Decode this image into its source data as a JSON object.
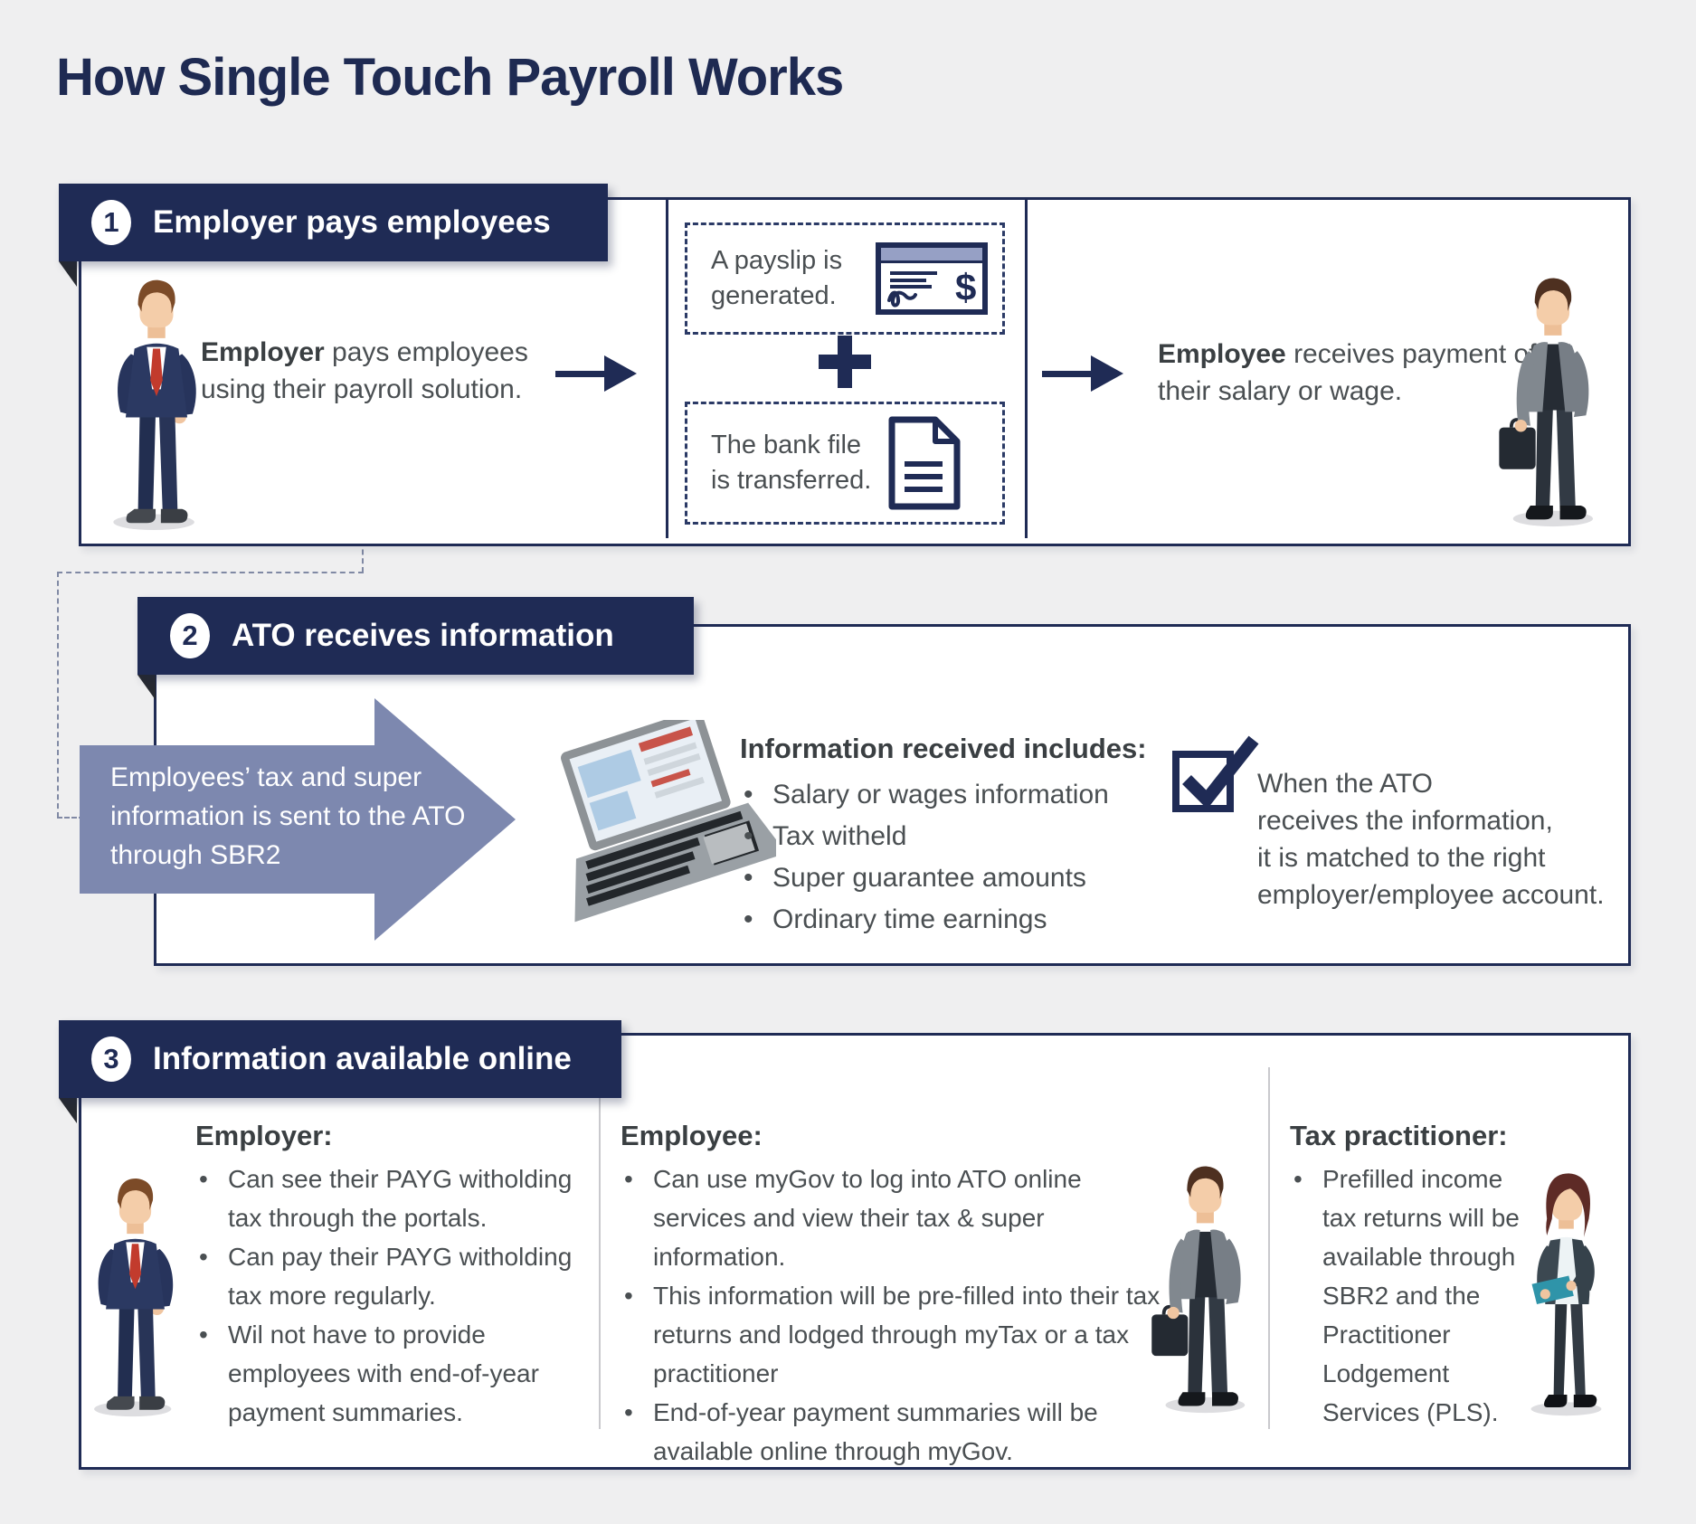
{
  "title": "How Single Touch Payroll Works",
  "ui": {
    "bullet": "•"
  },
  "colors": {
    "navy": "#1f2b55",
    "arrow_blue": "#7d88af",
    "background": "#efeff0",
    "body_text": "#4a4f52",
    "tie_red": "#c23b2d",
    "folder_teal": "#2f94a9",
    "payslip_header": "#96a0c5"
  },
  "icons": {
    "payslip": "payslip-icon",
    "bank_file": "bank-file-icon",
    "plus": "plus-icon",
    "right_arrow": "right-arrow-icon",
    "flow_arrow": "flow-arrow-icon",
    "laptop": "laptop-icon",
    "checkbox": "checkbox-icon"
  },
  "section1": {
    "number": "1",
    "heading": "Employer pays employees",
    "employer_text": {
      "lead": "Employer",
      "rest": " pays employees using their payroll solution."
    },
    "payslip_box": "A payslip is generated.",
    "payslip_dollar": "$",
    "bankfile_box": "The bank file is transferred.",
    "employee_text": {
      "lead": "Employee",
      "rest": " receives payment of their salary or wage."
    }
  },
  "section2": {
    "number": "2",
    "heading": "ATO receives information",
    "arrow_lines": [
      "Employees’ tax and super",
      "information is sent to the ATO",
      "through SBR2"
    ],
    "info_heading": "Information received includes:",
    "info_bullets": [
      "Salary or wages information",
      "Tax witheld",
      "Super guarantee amounts",
      "Ordinary time earnings"
    ],
    "check_lines": [
      "When the ATO",
      "receives the information,",
      "it is matched to the right",
      "employer/employee account."
    ]
  },
  "section3": {
    "number": "3",
    "heading": "Information available online",
    "columns": [
      {
        "heading": "Employer:",
        "bullets": [
          "Can see their PAYG witholding tax through the portals.",
          "Can pay their PAYG witholding tax more regularly.",
          "Wil not have to provide employees with end-of-year payment summaries."
        ]
      },
      {
        "heading": "Employee:",
        "bullets": [
          "Can  use myGov to log into ATO online services and view their tax & super information.",
          "This information will be pre-filled into their tax returns and lodged through myTax or a tax practitioner",
          "End-of-year payment summaries will be available online through myGov."
        ]
      },
      {
        "heading": "Tax practitioner:",
        "bullets": [
          "Prefilled income tax returns will be available through SBR2 and the Practitioner Lodgement Services (PLS)."
        ]
      }
    ]
  }
}
